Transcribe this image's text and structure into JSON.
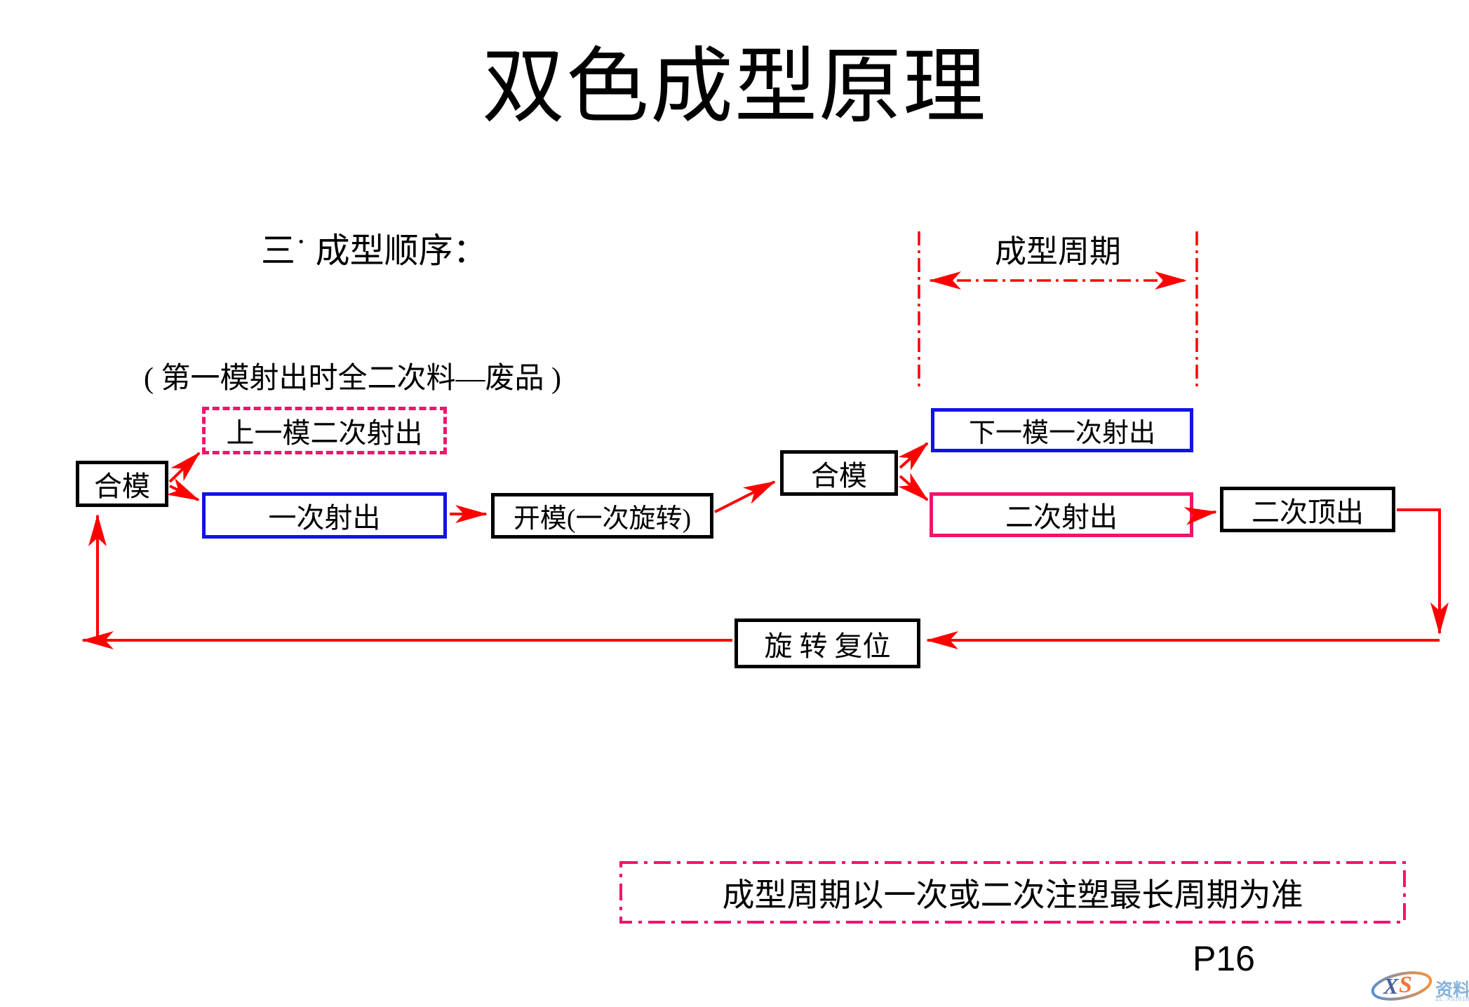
{
  "slide": {
    "title": "双色成型原理",
    "section_heading": "三˙ 成型顺序：",
    "note": "( 第一模射出时全二次料—废品 )",
    "cycle_label": "成型周期",
    "bottom_note": "成型周期以一次或二次注塑最长周期为准",
    "page_number": "P16"
  },
  "flow_nodes": {
    "clamp1": "合模",
    "prev_second_shot": "上一模二次射出",
    "first_shot": "一次射出",
    "open_rotate": "开模(一次旋转)",
    "clamp2": "合模",
    "next_first_shot": "下一模一次射出",
    "second_shot": "二次射出",
    "second_eject": "二次顶出",
    "rotate_reset": "旋 转 复位"
  },
  "watermark": {
    "logo_x": "X",
    "logo_s": "S",
    "site_name": "资料网",
    "site_url": "ZL.XS1616.COM"
  },
  "colors": {
    "arrow_red": "#ff0000",
    "accent_pink": "#f0146c",
    "accent_blue": "#1212e6",
    "text_black": "#000000"
  }
}
